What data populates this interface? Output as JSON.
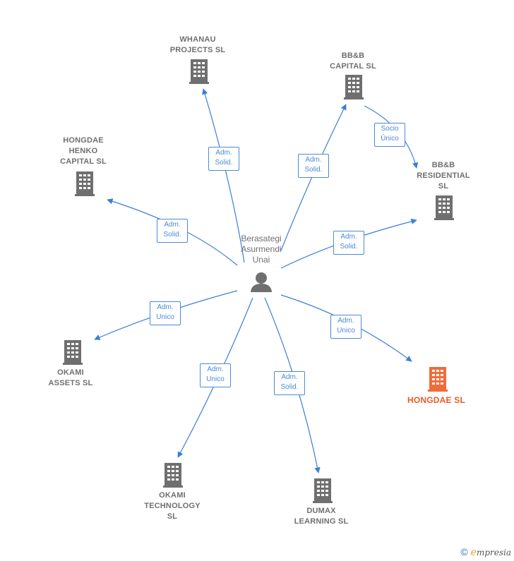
{
  "center": {
    "label": "Berasategi\nAsurmendi\nUnai",
    "icon": "person-icon"
  },
  "companies": [
    {
      "id": "whanau",
      "label": "WHANAU\nPROJECTS  SL",
      "icon": "building-icon"
    },
    {
      "id": "bbb-capital",
      "label": "BB&B\nCAPITAL  SL",
      "icon": "building-icon"
    },
    {
      "id": "bbb-residential",
      "label": "BB&B\nRESIDENTIAL\nSL",
      "icon": "building-icon"
    },
    {
      "id": "hongdae-henko",
      "label": "HONGDAE\nHENKO\nCAPITAL  SL",
      "icon": "building-icon"
    },
    {
      "id": "hongdae",
      "label": "HONGDAE  SL",
      "icon": "building-icon",
      "highlighted": true
    },
    {
      "id": "okami-assets",
      "label": "OKAMI\nASSETS  SL",
      "icon": "building-icon"
    },
    {
      "id": "okami-tech",
      "label": "OKAMI\nTECHNOLOGY\nSL",
      "icon": "building-icon"
    },
    {
      "id": "dumax",
      "label": "DUMAX\nLEARNING  SL",
      "icon": "building-icon"
    }
  ],
  "edges": [
    {
      "from": "center",
      "to": "whanau",
      "label": "Adm.\nSolid."
    },
    {
      "from": "center",
      "to": "bbb-capital",
      "label": "Adm.\nSolid."
    },
    {
      "from": "bbb-capital",
      "to": "bbb-residential",
      "label": "Socio\nÚnico"
    },
    {
      "from": "center",
      "to": "bbb-residential",
      "label": "Adm.\nSolid."
    },
    {
      "from": "center",
      "to": "hongdae-henko",
      "label": "Adm.\nSolid."
    },
    {
      "from": "center",
      "to": "hongdae",
      "label": "Adm.\nUnico"
    },
    {
      "from": "center",
      "to": "okami-assets",
      "label": "Adm.\nUnico"
    },
    {
      "from": "center",
      "to": "okami-tech",
      "label": "Adm.\nUnico"
    },
    {
      "from": "center",
      "to": "dumax",
      "label": "Adm.\nSolid."
    }
  ],
  "colors": {
    "edge": "#3a7fd5",
    "node": "#6f6f6f",
    "highlight": "#f26b3a"
  },
  "footer": {
    "copyright": "©",
    "brand_e": "e",
    "brand_rest": "mpresia"
  }
}
